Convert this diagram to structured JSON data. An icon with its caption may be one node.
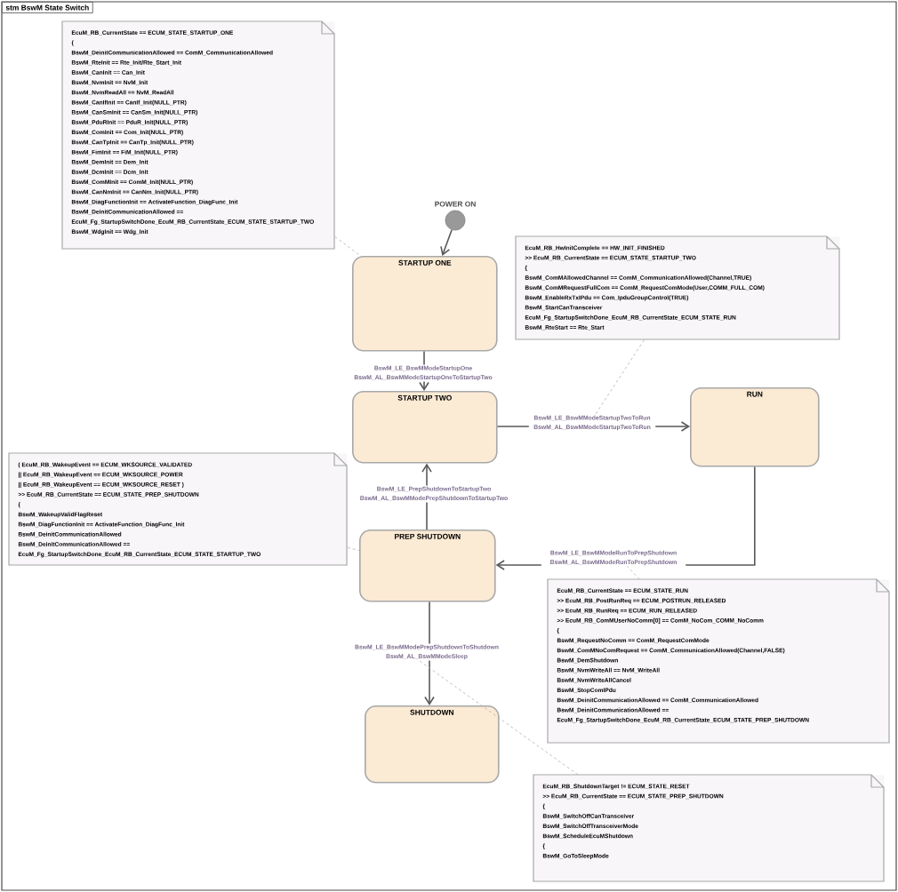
{
  "diagram": {
    "title": "stm BswM State Switch",
    "nodes": [
      {
        "text": [
          "EcuM_RB_CurrentState == ECUM_STATE_STARTUP_ONE",
          "{",
          "BswM_DeinitCommunicationAllowed == ComM_CommunicationAllowed",
          "BswM_RteInit == Rte_Init/Rte_Start_Init",
          "BswM_CanInit == Can_Init",
          "BswM_NvmInit == NvM_Init",
          "BswM_NvmReadAll == NvM_ReadAll",
          "BswM_CanIfInit == CanIf_Init(NULL_PTR)",
          "BswM_CanSmInit == CanSm_Init(NULL_PTR)",
          "BswM_PduRInit == PduR_Init(NULL_PTR)",
          "BswM_ComInit == Com_Init(NULL_PTR)",
          "BswM_CanTpInit == CanTp_Init(NULL_PTR)",
          "BswM_FimInit == FiM_Init(NULL_PTR)",
          "BswM_DemInit == Dem_Init",
          "BswM_DcmInit == Dcm_Init",
          "BswM_ComMInit == ComM_Init(NULL_PTR)",
          "BswM_CanNmInit == CanNm_Init(NULL_PTR)",
          "BswM_DiagFunctionInit == ActivateFunction_DiagFunc_Init",
          "BswM_DeinitCommunicationAllowed ==",
          "EcuM_Fg_StartupSwitchDone_EcuM_RB_CurrentState_ECUM_STATE_STARTUP_TWO",
          "BswM_WdgInit == Wdg_Init"
        ]
      },
      {
        "text": [],
        "shape": "circle",
        "beside": [
          "POWER ON"
        ]
      },
      {
        "text": [
          "STARTUP ONE"
        ]
      },
      {
        "text": [
          "EcuM_RB_HwInitComplete == HW_INIT_FINISHED",
          ">> EcuM_RB_CurrentState == ECUM_STATE_STARTUP_TWO",
          "{",
          "BswM_ComMAllowedChannel == ComM_CommunicationAllowed(Channel,TRUE)",
          "BswM_ComMRequestFullCom == ComM_RequestComMode(User,COMM_FULL_COM)",
          "BswM_EnableRxTxIPdu == Com_IpduGroupControl(TRUE)",
          "BswM_StartCanTransceiver",
          "EcuM_Fg_StartupSwitchDone_EcuM_RB_CurrentState_ECUM_STATE_RUN",
          "BswM_RteStart == Rte_Start"
        ]
      },
      {
        "text": [
          "STARTUP TWO"
        ]
      },
      {
        "text": [
          "RUN"
        ]
      },
      {
        "text": [
          "( EcuM_RB_WakeupEvent == ECUM_WKSOURCE_VALIDATED",
          "|| EcuM_RB_WakeupEvent == ECUM_WKSOURCE_POWER",
          "|| EcuM_RB_WakeupEvent == ECUM_WKSOURCE_RESET )",
          ">> EcuM_RB_CurrentState == ECUM_STATE_PREP_SHUTDOWN",
          "{",
          "BswM_WakeupValidFlagReset",
          "BswM_DiagFunctionInit == ActivateFunction_DiagFunc_Init",
          "BswM_DeinitCommunicationAllowed",
          "BswM_DeinitCommunicationAllowed ==",
          "EcuM_Fg_StartupSwitchDone_EcuM_RB_CurrentState_ECUM_STATE_STARTUP_TWO"
        ]
      },
      {
        "text": [
          "PREP SHUTDOWN"
        ]
      },
      {
        "text": [
          "EcuM_RB_CurrentState == ECUM_STATE_RUN",
          ">> EcuM_RB_PostRunReq == ECUM_POSTRUN_RELEASED",
          ">> EcuM_RB_RunReq == ECUM_RUN_RELEASED",
          ">> EcuM_RB_ComMUserNoComm[0] == ComM_NoCom_COMM_NoComm",
          "{",
          "BswM_RequestNoComm == ComM_RequestComMode",
          "BswM_ComMNoComRequest == ComM_CommunicationAllowed(Channel,FALSE)",
          "BswM_DemShutdown",
          "BswM_NvmWriteAll == NvM_WriteAll",
          "BswM_NvmWriteAllCancel",
          "BswM_StopComIPdu",
          "BswM_DeinitCommunicationAllowed == ComM_CommunicationAllowed",
          "BswM_DeinitCommunicationAllowed ==",
          "EcuM_Fg_StartupSwitchDone_EcuM_RB_CurrentState_ECUM_STATE_PREP_SHUTDOWN"
        ]
      },
      {
        "text": [
          "SHUTDOWN"
        ]
      },
      {
        "text": [
          "EcuM_RB_ShutdownTarget != ECUM_STATE_RESET",
          ">> EcuM_RB_CurrentState == ECUM_STATE_PREP_SHUTDOWN",
          "{",
          "BswM_SwitchOffCanTransceiver",
          "BswM_SwitchOffTransceiverMode",
          "BswM_ScheduleEcuMShutdown",
          "{",
          "BswM_GoToSleepMode"
        ]
      }
    ],
    "edges": [
      {
        "from": 1,
        "to": 2,
        "arrow": "to"
      },
      {
        "from": 2,
        "to": 4,
        "arrow": "to",
        "label": "BswM_LE_BswMModeStartupOne BswM_AL_BswMModeStartupOneToStartupTwo"
      },
      {
        "from": 4,
        "to": 5,
        "arrow": "to",
        "label": "BswM_LE_BswMModeStartupTwoToRun BswM_AL_BswMModeStartupTwoToRun"
      },
      {
        "from": 7,
        "to": 4,
        "arrow": "to",
        "label": "BswM_LE_PrepShutdownToStartupTwo BswM_AL_BswMModePrepShutdownToStartupTwo"
      },
      {
        "from": 5,
        "to": 7,
        "arrow": "to",
        "label": "BswM_LE_BswMModeRunToPrepShutdown BswM_AL_BswMModeRunToPrepShutdown"
      },
      {
        "from": 7,
        "to": 9,
        "arrow": "to",
        "label": "BswM_LE_BswMModePrepShutdownToShutdown BswM_AL_BswMModeSleep"
      },
      {
        "from": 0,
        "to": 2,
        "arrow": "none",
        "style": "dashed",
        "color": "#b0b0b0"
      },
      {
        "from": 3,
        "to": null,
        "arrow": "none",
        "style": "dashed",
        "color": "#b0b0b0"
      },
      {
        "from": 6,
        "to": 7,
        "arrow": "none",
        "style": "dashed",
        "color": "#b0b0b0"
      },
      {
        "from": 8,
        "to": null,
        "arrow": "none",
        "style": "dashed",
        "color": "#b0b0b0"
      },
      {
        "from": 10,
        "to": null,
        "arrow": "none",
        "style": "dashed",
        "color": "#b0b0b0"
      }
    ]
  }
}
